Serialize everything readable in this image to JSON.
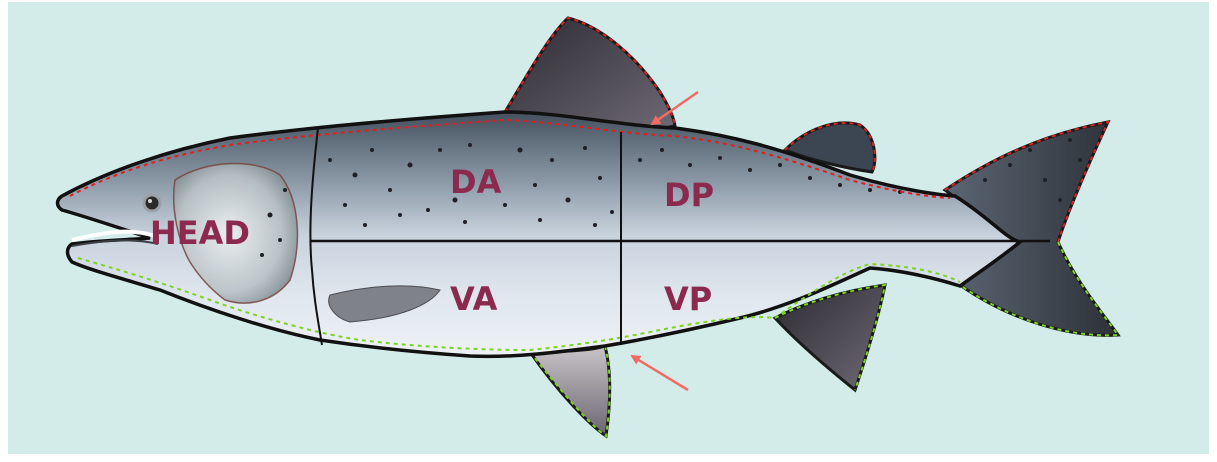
{
  "labels": {
    "head": "HEAD",
    "dorsal_anterior": "DA",
    "dorsal_posterior": "DP",
    "ventral_anterior": "VA",
    "ventral_posterior": "VP"
  },
  "colors": {
    "background": "#d3ecea",
    "label": "#8b2a4e",
    "dorsal_outline": "#e02020",
    "ventral_outline": "#7ed321",
    "arrow": "#f26b62",
    "divider": "#111111"
  }
}
